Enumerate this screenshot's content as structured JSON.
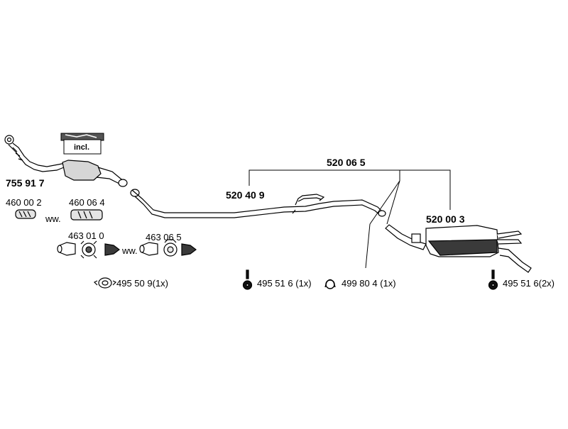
{
  "diagram": {
    "kit_number": "520 06 5",
    "catalyst": {
      "part_number": "755 91 7",
      "included_label": "incl."
    },
    "front_pipe": {
      "part_number": "520 40 9"
    },
    "rear_muffler": {
      "part_number": "520 00 3"
    },
    "gaskets": [
      {
        "part_number": "460 00 2"
      },
      {
        "part_number": "460 06 4"
      }
    ],
    "gasket_alt_label": "ww.",
    "clamps": [
      {
        "part_number": "463 01 0"
      },
      {
        "part_number": "463 06 5"
      }
    ],
    "clamp_alt_label": "ww.",
    "accessories": [
      {
        "part_number": "495 50 9",
        "quantity": "(1x)"
      },
      {
        "part_number": "495 51 6",
        "quantity": "(1x)"
      },
      {
        "part_number": "499 80 4",
        "quantity": "(1x)"
      },
      {
        "part_number": "495 51 6",
        "quantity": "(2x)"
      }
    ]
  },
  "colors": {
    "line": "#000000",
    "fill": "#ffffff",
    "shade": "#bdbdbd",
    "dark": "#3a3a3a"
  }
}
